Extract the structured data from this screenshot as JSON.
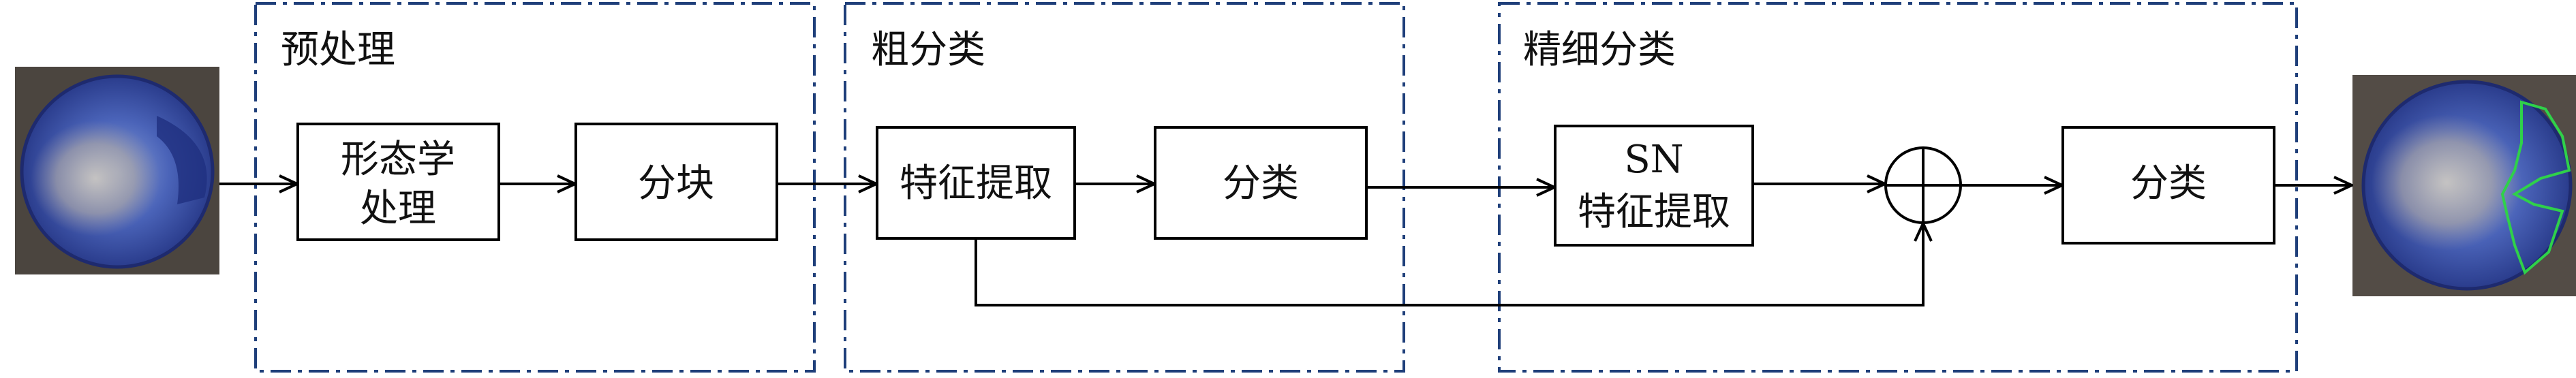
{
  "stages": {
    "preprocess": "预处理",
    "coarse": "粗分类",
    "fine": "精细分类"
  },
  "boxes": {
    "morph_line1": "形态学",
    "morph_line2": "处理",
    "block": "分块",
    "feature": "特征提取",
    "classify1": "分类",
    "sn_line1": "SN",
    "sn_line2": "特征提取",
    "classify2": "分类"
  },
  "images": {
    "input": "input-sample-image",
    "output": "output-result-image"
  },
  "colors": {
    "stage_border": "#1F3F7A",
    "line": "#000000",
    "image_bg": "#2c2a28",
    "image_disc": "#3e55a8",
    "contour": "#2fd14a"
  }
}
